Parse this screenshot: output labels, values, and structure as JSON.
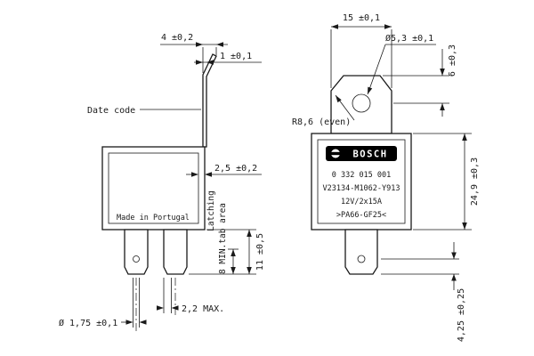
{
  "left_view": {
    "dim_tab_width": "4 ±0,2",
    "dim_tab_thickness": "1 ±0,1",
    "date_code_label": "Date code",
    "dim_wall": "2,5 ±0,2",
    "made_in": "Made in Portugal",
    "latching_label": "Latching",
    "tab_area_label": "8 MIN.tab area",
    "dim_terminal_length": "11 ±0,5",
    "dim_hole_diameter": "Ø 1,75 ±0,1",
    "dim_terminal_thickness": "2,2 MAX."
  },
  "right_view": {
    "dim_bracket_width": "15 ±0,1",
    "dim_bracket_hole": "Ø5,3 ±0,1",
    "dim_hole_offset": "6 ±0,3",
    "bracket_radius": "R8,6 (even)",
    "label": {
      "brand": "BOSCH",
      "part_number": "0 332 015 001",
      "type_code": "V23134-M1062-Y913",
      "rating": "12V/2x15A",
      "material": ">PA66-GF25<"
    },
    "dim_body_height": "24,9 ±0,3",
    "dim_terminal_tip": "4,25 ±0,25"
  },
  "colors": {
    "line": "#1a1a1a",
    "background": "#ffffff",
    "plate": "#000000"
  }
}
